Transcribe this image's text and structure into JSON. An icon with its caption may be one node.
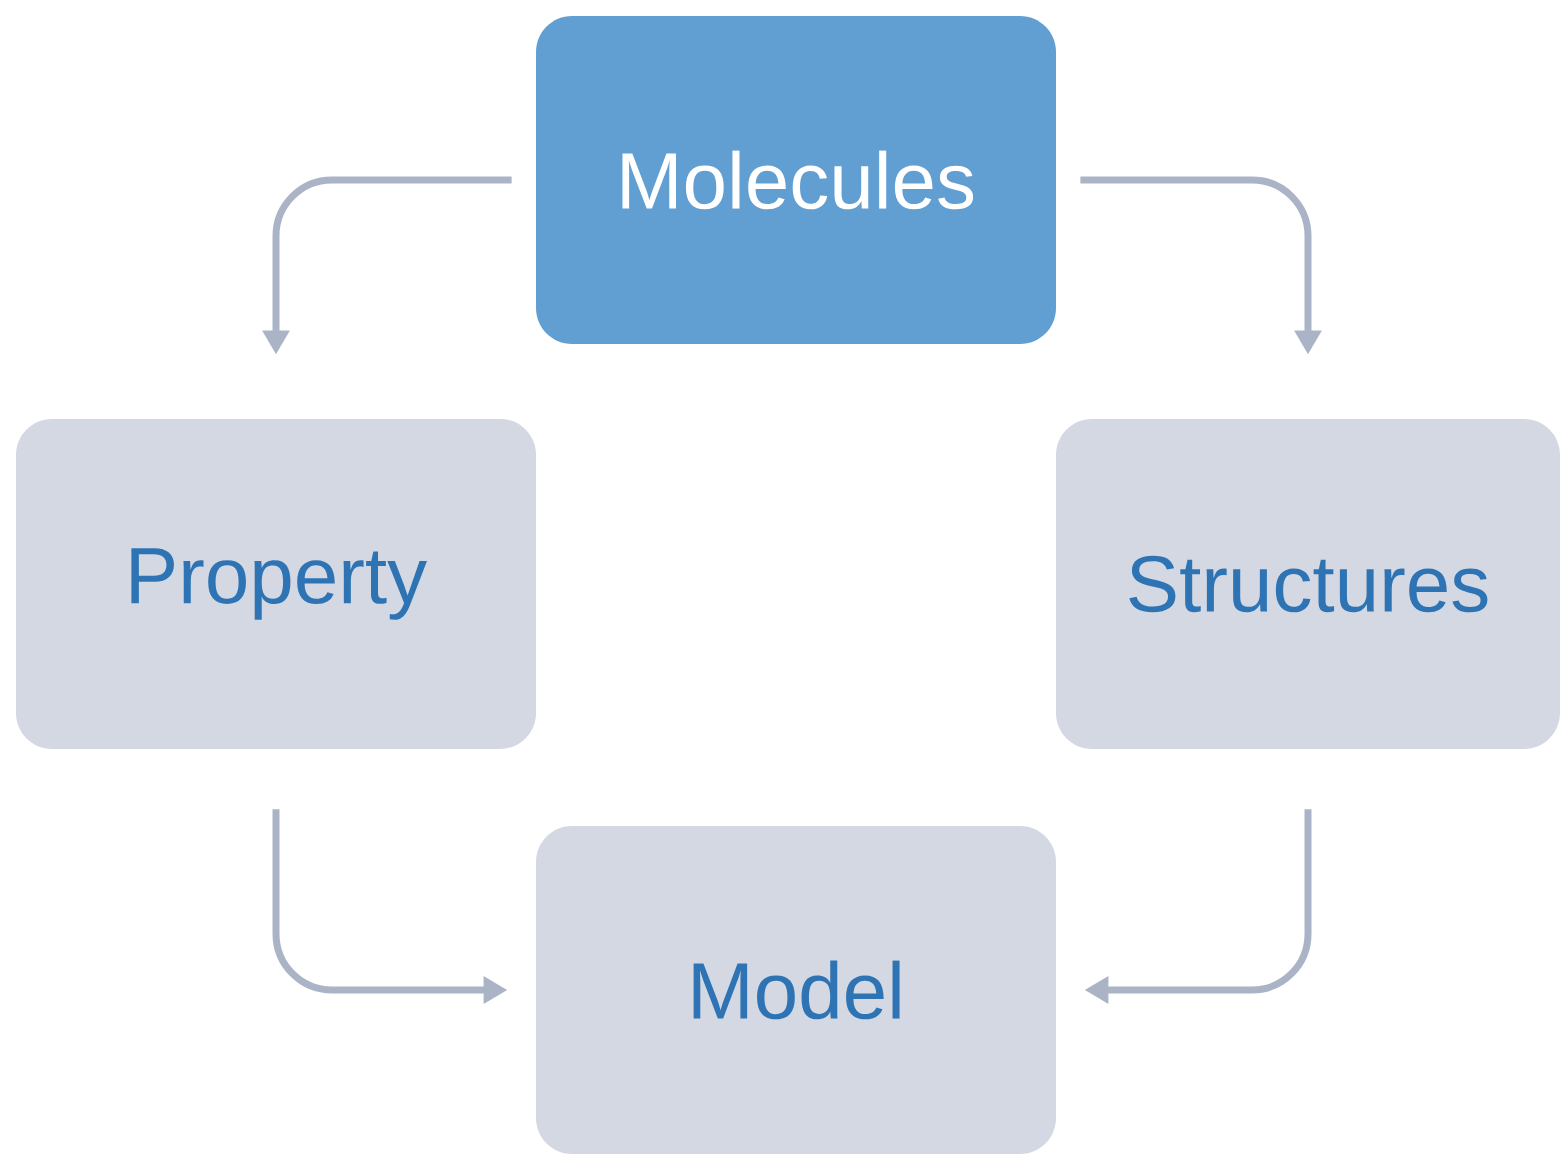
{
  "diagram": {
    "nodes": [
      {
        "text": [
          "Molecules"
        ]
      },
      {
        "text": [
          "Property"
        ]
      },
      {
        "text": [
          "Structures"
        ]
      },
      {
        "text": [
          "Model"
        ]
      }
    ],
    "edges": [
      {
        "from": 0,
        "to": 1,
        "arrow": "to"
      },
      {
        "from": 0,
        "to": 2,
        "arrow": "to"
      },
      {
        "from": 1,
        "to": 3,
        "arrow": "to"
      },
      {
        "from": 2,
        "to": 3,
        "arrow": "to"
      }
    ]
  }
}
